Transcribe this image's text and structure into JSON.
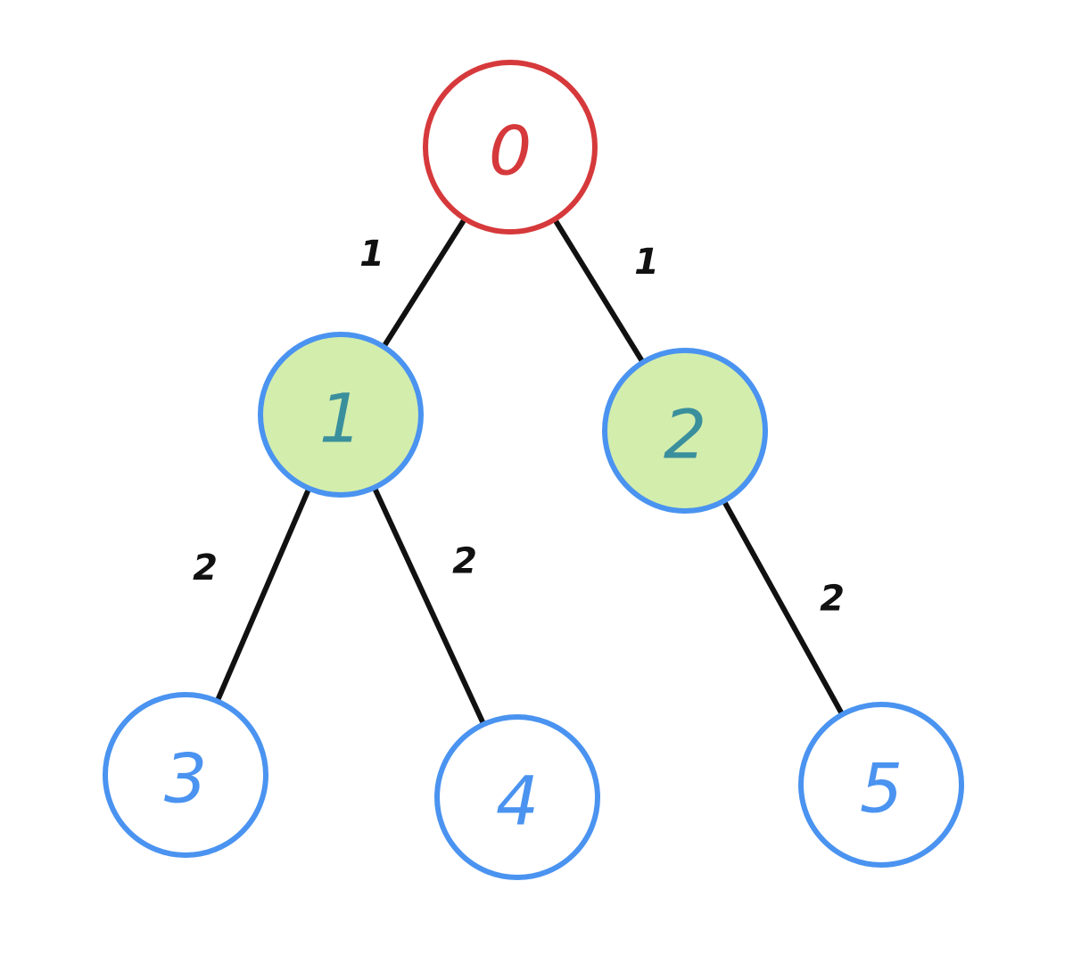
{
  "colors": {
    "root": "#d6393b",
    "node": "#4a93f0",
    "highlight_fill": "#d3edad",
    "highlight_text": "#3a8f9c",
    "edge": "#111111"
  },
  "nodes": [
    {
      "id": "n0",
      "label": "0",
      "style": "root"
    },
    {
      "id": "n1",
      "label": "1",
      "style": "highlight"
    },
    {
      "id": "n2",
      "label": "2",
      "style": "highlight"
    },
    {
      "id": "n3",
      "label": "3",
      "style": "plain"
    },
    {
      "id": "n4",
      "label": "4",
      "style": "plain"
    },
    {
      "id": "n5",
      "label": "5",
      "style": "plain"
    }
  ],
  "edges": [
    {
      "from": "n0",
      "to": "n1",
      "weight": "1"
    },
    {
      "from": "n0",
      "to": "n2",
      "weight": "1"
    },
    {
      "from": "n1",
      "to": "n3",
      "weight": "2"
    },
    {
      "from": "n1",
      "to": "n4",
      "weight": "2"
    },
    {
      "from": "n2",
      "to": "n5",
      "weight": "2"
    }
  ]
}
